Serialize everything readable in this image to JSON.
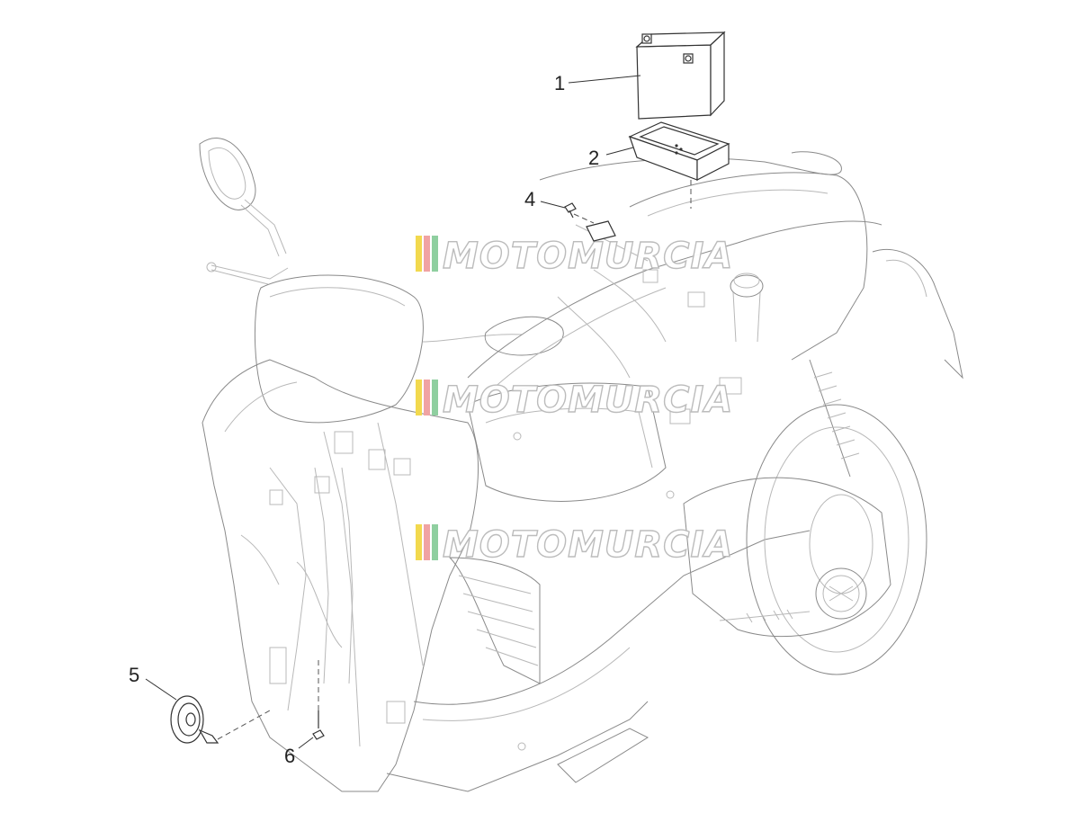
{
  "callouts": [
    {
      "id": "battery",
      "label": "1"
    },
    {
      "id": "battery-tray",
      "label": "2"
    },
    {
      "id": "bolt-4",
      "label": "4"
    },
    {
      "id": "horn",
      "label": "5"
    },
    {
      "id": "bolt-6",
      "label": "6"
    }
  ],
  "watermark": {
    "text": "MOTOMURCIA",
    "stripe_colors": [
      "#f2d94e",
      "#f0a3a3",
      "#8fcfa0"
    ]
  }
}
